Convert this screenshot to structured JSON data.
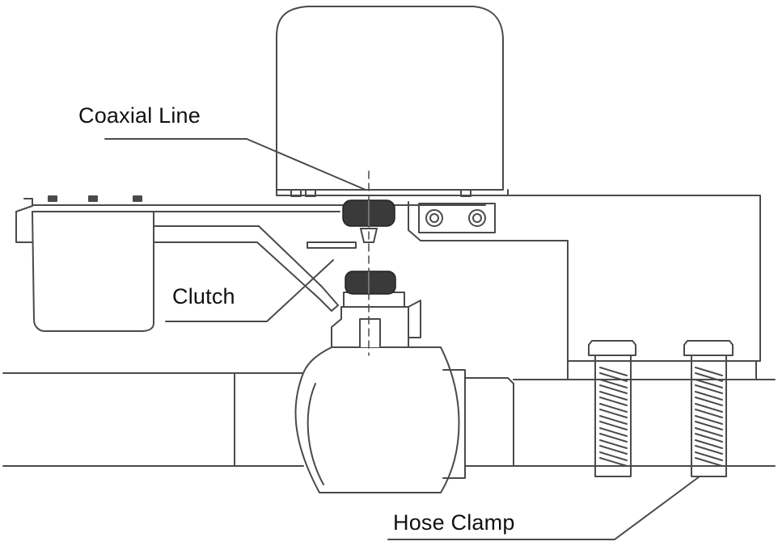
{
  "labels": {
    "coaxial_line": "Coaxial Line",
    "clutch": "Clutch",
    "hose_clamp": "Hose Clamp"
  },
  "colors": {
    "line": "#4a4a4a",
    "coupler": "#3a3a3a",
    "background": "#ffffff"
  }
}
